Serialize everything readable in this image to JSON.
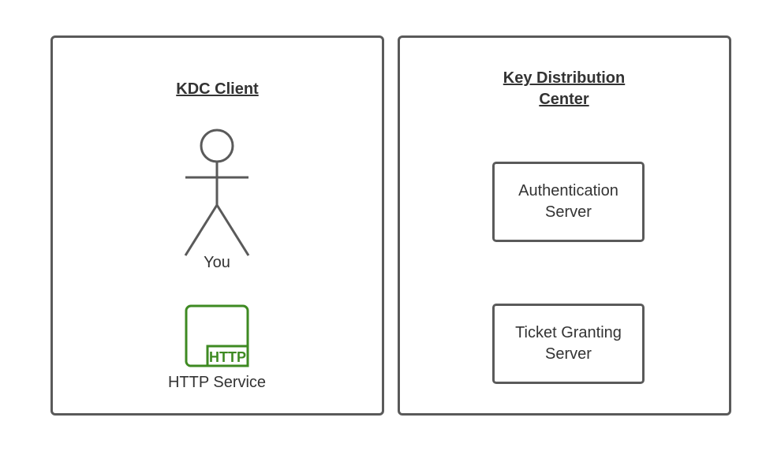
{
  "client": {
    "title": "KDC Client",
    "user_label": "You",
    "service_label": "HTTP Service",
    "service_badge": "HTTP",
    "accent": "#3e8a22"
  },
  "kdc": {
    "title": "Key Distribution Center",
    "servers": [
      "Authentication Server",
      "Ticket Granting Server"
    ]
  }
}
